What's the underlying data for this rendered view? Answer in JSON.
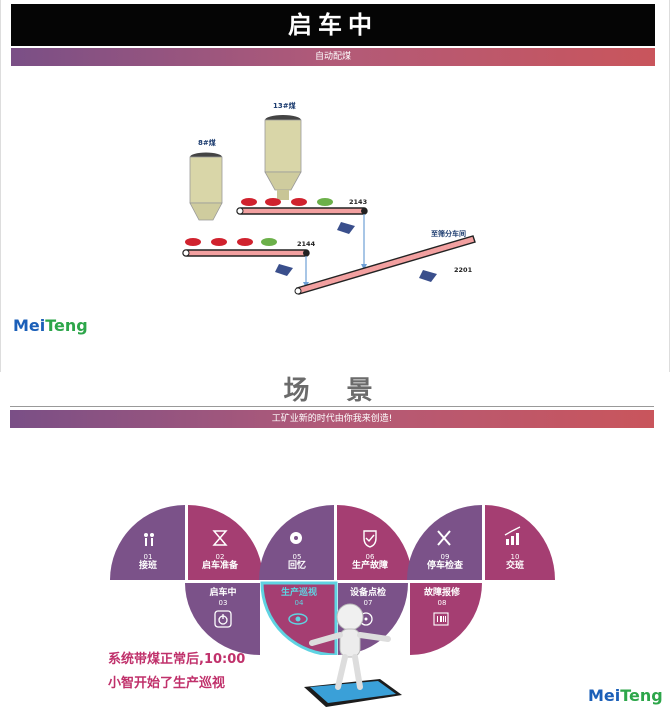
{
  "header": {
    "title": "启车中"
  },
  "slide1": {
    "subtitle": "自动配煤",
    "bins": [
      "8#煤",
      "13#煤"
    ],
    "conveyors": [
      "2143",
      "2144",
      "2201"
    ],
    "destination": "至筛分车间"
  },
  "logo": {
    "part1": "Mei",
    "part2": "Teng"
  },
  "slide2": {
    "title": "场 景",
    "subtitle": "工矿业新的时代由你我来创造!",
    "top_segments": [
      {
        "num": "01",
        "label": "接班",
        "icon": "walking-people-icon"
      },
      {
        "num": "02",
        "label": "启车准备",
        "icon": "hourglass-icon"
      },
      {
        "num": "05",
        "label": "回忆",
        "icon": "head-gear-icon"
      },
      {
        "num": "06",
        "label": "生产故障",
        "icon": "shield-check-icon"
      },
      {
        "num": "09",
        "label": "停车检查",
        "icon": "wrench-icon"
      },
      {
        "num": "10",
        "label": "交班",
        "icon": "trend-chart-icon"
      }
    ],
    "bottom_segments": [
      {
        "label": "启车中",
        "num": "03",
        "icon": "power-icon"
      },
      {
        "label": "生产巡视",
        "num": "04",
        "icon": "eye-icon"
      },
      {
        "label": "设备点检",
        "num": "07",
        "icon": "disc-icon"
      },
      {
        "label": "故障报修",
        "num": "08",
        "icon": "barcode-icon"
      }
    ],
    "caption_line1": "系统带煤正常后,10:00",
    "caption_line2": "小智开始了生产巡视"
  },
  "colors": {
    "purple": "#7b5289",
    "magenta": "#a53e72",
    "highlight": "#5fd3e2",
    "caption": "#c0316b"
  }
}
